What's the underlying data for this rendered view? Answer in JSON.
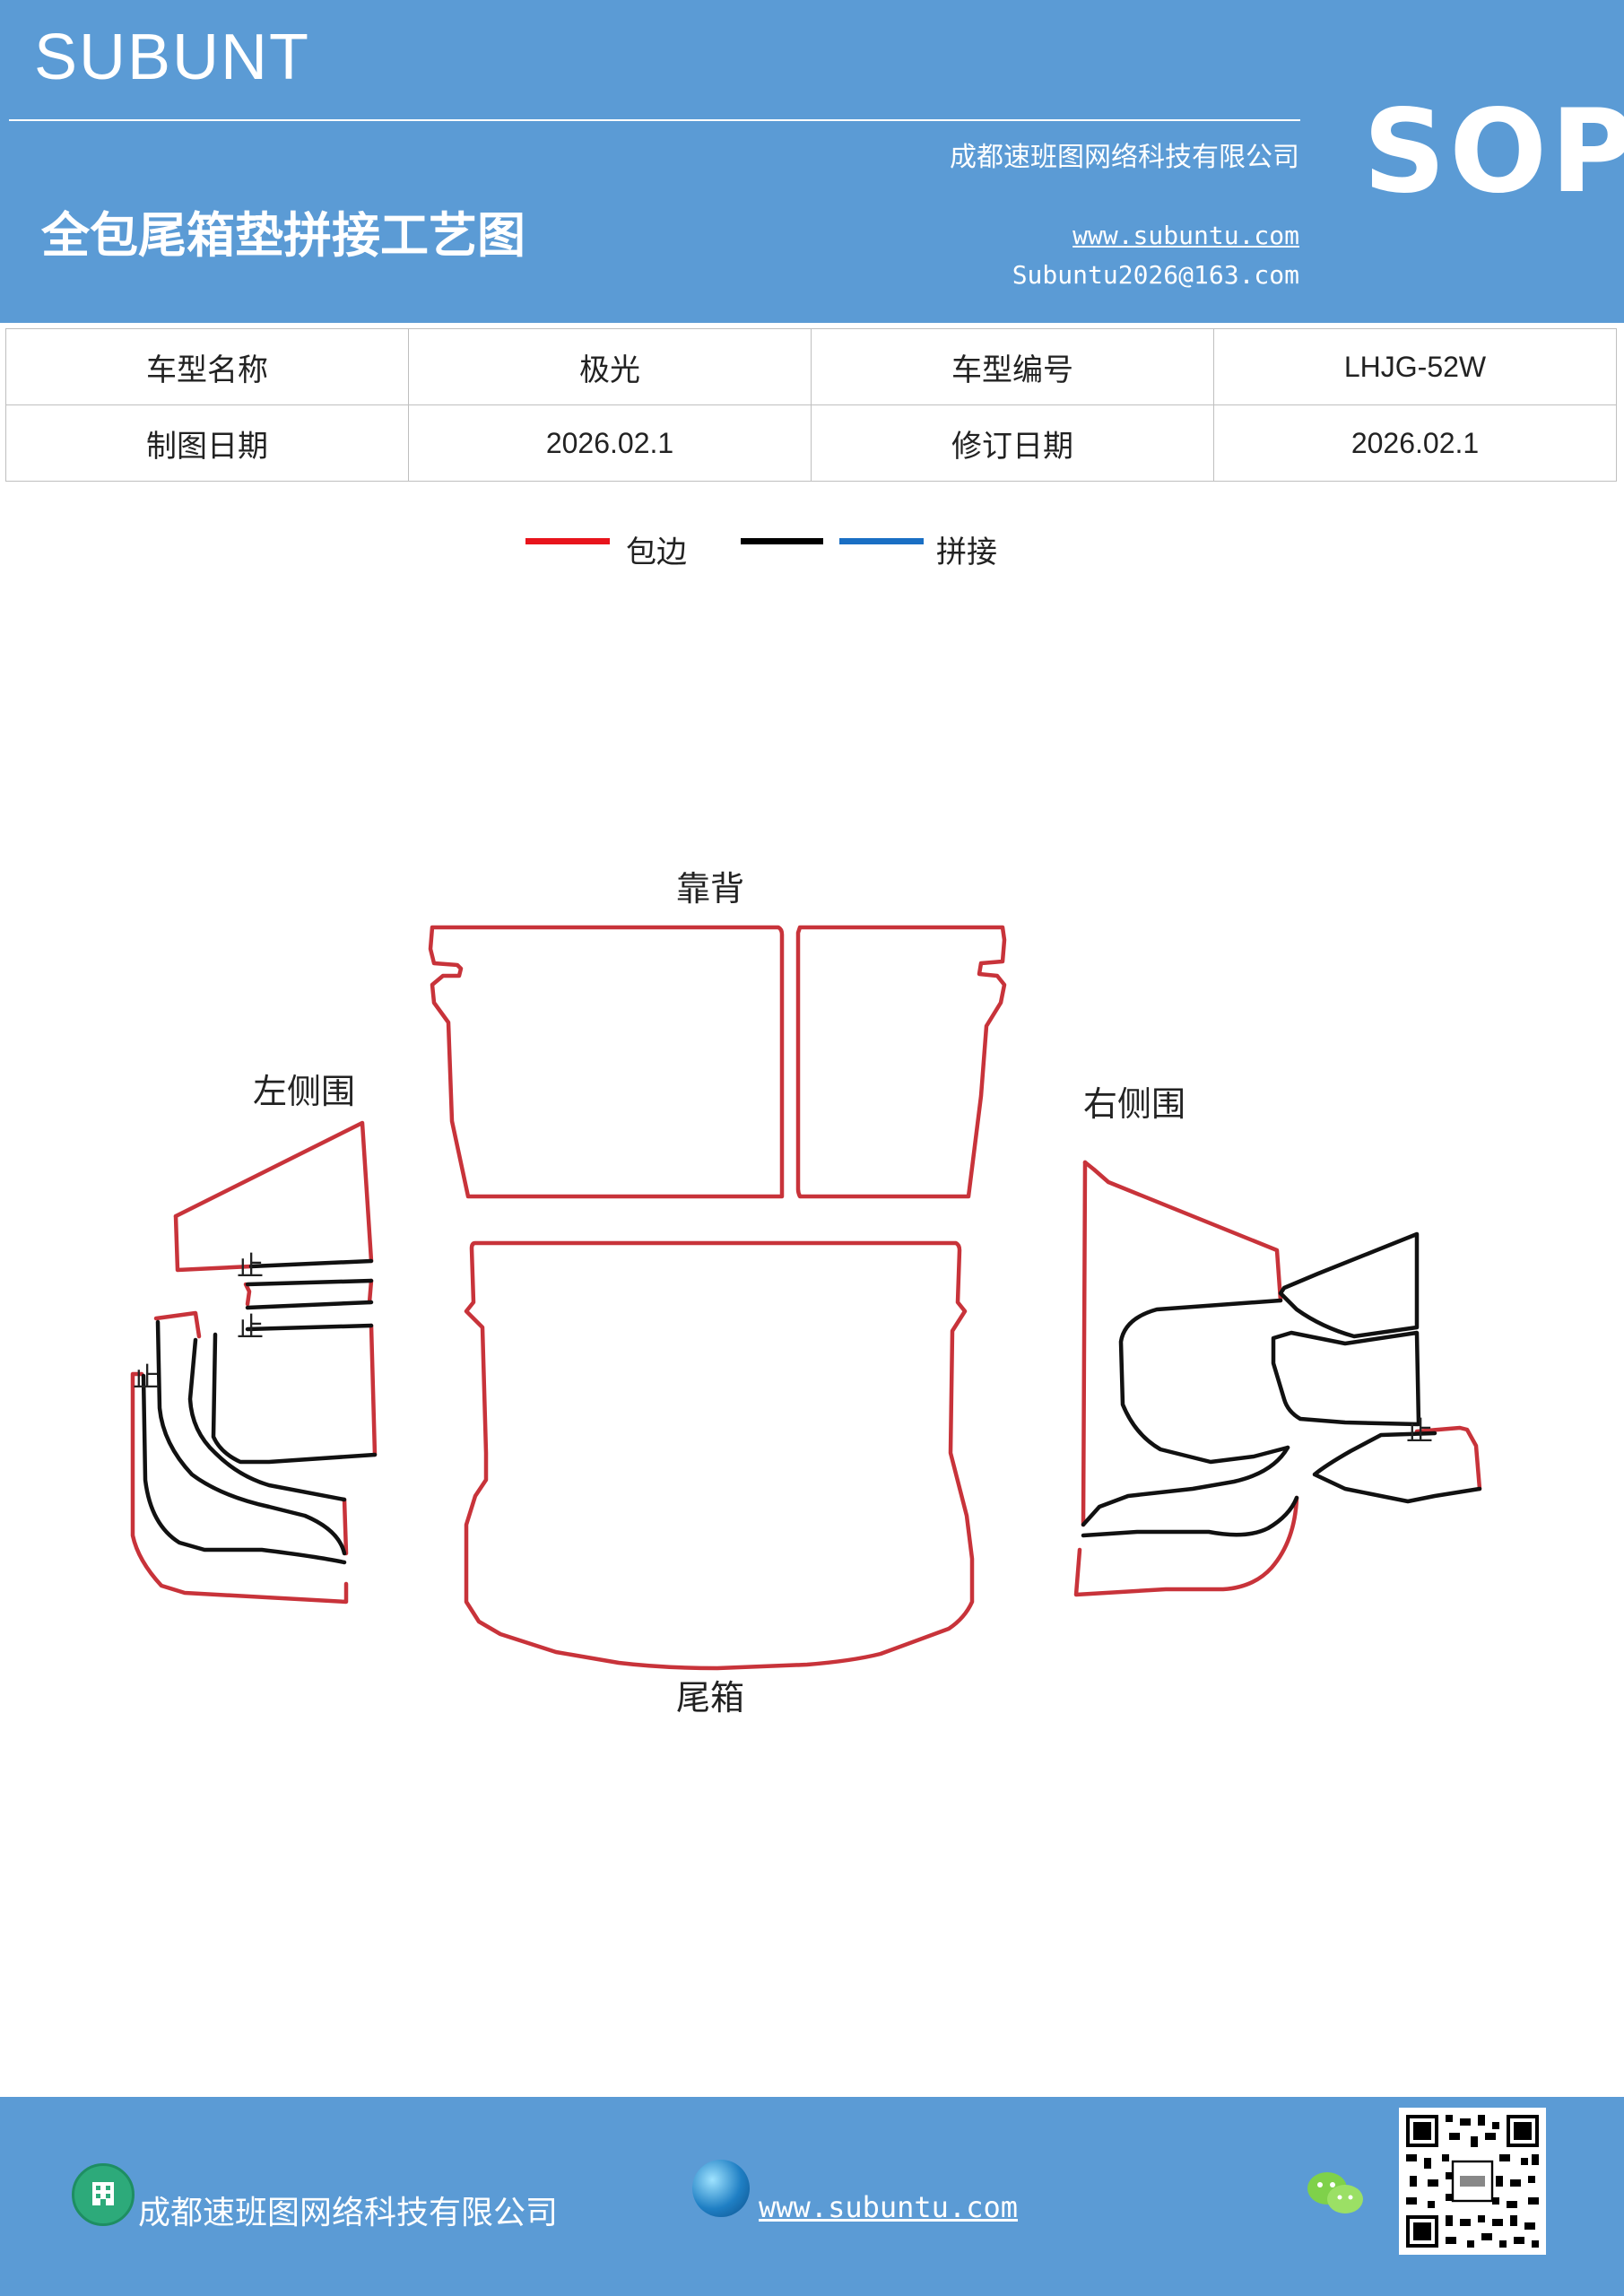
{
  "header": {
    "brand": "SUBUNT",
    "company": "成都速班图网络科技有限公司",
    "title": "全包尾箱垫拼接工艺图",
    "website": "www.subuntu.com",
    "email": "Subuntu2026@163.com",
    "sop": "SOP"
  },
  "info": {
    "model_name_label": "车型名称",
    "model_name": "极光",
    "model_code_label": "车型编号",
    "model_code": "LHJG-52W",
    "draw_date_label": "制图日期",
    "draw_date": "2026.02.1",
    "revise_date_label": "修订日期",
    "revise_date": "2026.02.1"
  },
  "legend": {
    "edge_label": "包边",
    "splice_label": "拼接",
    "edge_color": "#e8141c",
    "black_color": "#000000",
    "blue_color": "#1a6fc4"
  },
  "diagram": {
    "backrest": "靠背",
    "left_side": "左侧围",
    "right_side": "右侧围",
    "trunk": "尾箱",
    "stop_mark": "止",
    "outline_color": "#c8333a",
    "seam_color": "#111111"
  },
  "footer": {
    "company": "成都速班图网络科技有限公司",
    "website": "www.subuntu.com",
    "icons": [
      "building-icon",
      "globe-icon",
      "wechat-icon",
      "qr-code"
    ]
  }
}
